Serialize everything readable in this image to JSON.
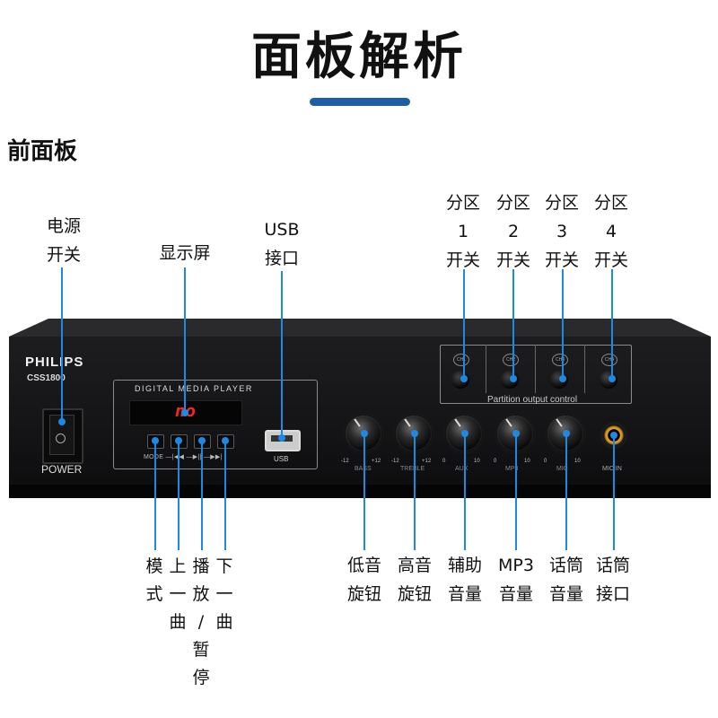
{
  "heading": {
    "title": "面板解析",
    "section": "前面板"
  },
  "device": {
    "brand": "PHILIPS",
    "model": "CSS1800",
    "power_label": "POWER",
    "media_title": "DIGITAL MEDIA PLAYER",
    "display_text": "no",
    "button_row_label": "MODE —|◀◀ —▶|| —▶▶|",
    "usb_label": "USB",
    "partition_label": "Partition output control",
    "channels": [
      "CH1",
      "CH2",
      "CH3",
      "CH4"
    ],
    "knobs": [
      {
        "name": "BASS",
        "min": "-12",
        "max": "+12"
      },
      {
        "name": "TREBLE",
        "min": "-12",
        "max": "+12"
      },
      {
        "name": "AUX",
        "min": "0",
        "max": "10"
      },
      {
        "name": "MP3",
        "min": "0",
        "max": "10"
      },
      {
        "name": "MIC",
        "min": "0",
        "max": "10"
      }
    ],
    "mic_in_label": "MIC IN"
  },
  "callouts_top": {
    "power": [
      "电源",
      "开关"
    ],
    "display": "显示屏",
    "usb": [
      "USB",
      "接口"
    ],
    "zones": [
      [
        "分区",
        "1",
        "开关"
      ],
      [
        "分区",
        "2",
        "开关"
      ],
      [
        "分区",
        "3",
        "开关"
      ],
      [
        "分区",
        "4",
        "开关"
      ]
    ]
  },
  "callouts_bottom": {
    "mode": [
      "模",
      "式"
    ],
    "prev": [
      "上",
      "一",
      "曲"
    ],
    "play": [
      "播",
      "放",
      "/",
      "暂",
      "停"
    ],
    "next": [
      "下",
      "一",
      "曲"
    ],
    "bass": [
      "低音",
      "旋钮"
    ],
    "treble": [
      "高音",
      "旋钮"
    ],
    "aux": [
      "辅助",
      "音量"
    ],
    "mp3": [
      "MP3",
      "音量"
    ],
    "mic": [
      "话筒",
      "音量"
    ],
    "mic_jack": [
      "话筒",
      "接口"
    ]
  },
  "colors": {
    "accent_line": "#1e88e5",
    "title_bar": "#1d5fa6",
    "device": "#151517",
    "display_red": "#ff2222"
  }
}
